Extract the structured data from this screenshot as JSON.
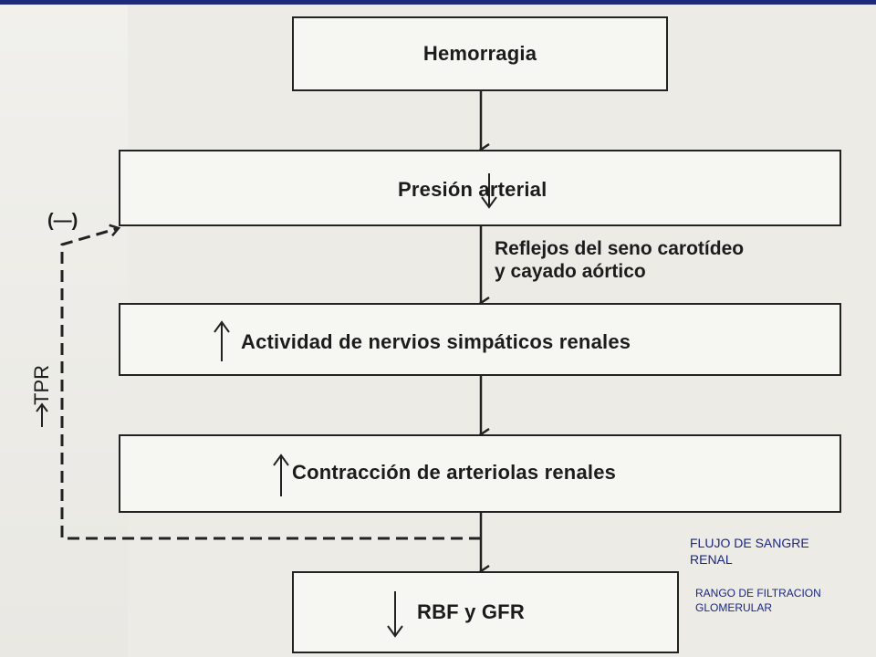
{
  "boxes": {
    "hemorragia": "Hemorragia",
    "presion": "Presión arterial",
    "actividad": "Actividad de nervios simpáticos renales",
    "contraccion": "Contracción de arteriolas renales",
    "rbf": "RBF y GFR"
  },
  "side_labels": {
    "reflejos": "Reflejos del seno carotídeo\ny cayado aórtico",
    "feedback_sign": "(—)",
    "tpr": "TPR"
  },
  "annotations": {
    "flujo": "FLUJO DE SANGRE\nRENAL",
    "rango": "RANGO DE FILTRACION\nGLOMERULAR"
  },
  "colors": {
    "top_bar": "#1f2a7a",
    "annotation_text": "#1a2680",
    "line": "#222222"
  },
  "icons": {
    "down": "down-arrow-icon",
    "up": "up-arrow-icon"
  }
}
